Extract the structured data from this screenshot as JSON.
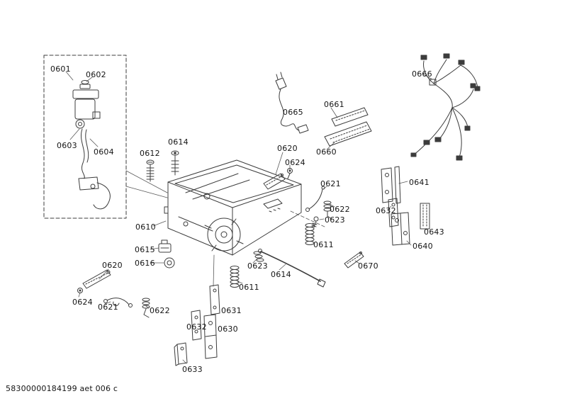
{
  "diagram": {
    "type": "exploded-parts-diagram",
    "colors": {
      "ink": "#3c3c3c",
      "label_text": "#141414",
      "background": "#ffffff"
    },
    "footer_code": "58300000184199 aet 006 c",
    "labels": [
      {
        "part": "0601",
        "text": "0601"
      },
      {
        "part": "0602",
        "text": "0602"
      },
      {
        "part": "0603",
        "text": "0603"
      },
      {
        "part": "0604",
        "text": "0604"
      },
      {
        "part": "0614",
        "text": "0614"
      },
      {
        "part": "0612",
        "text": "0612"
      },
      {
        "part": "0665",
        "text": "0665"
      },
      {
        "part": "0661",
        "text": "0661"
      },
      {
        "part": "0620",
        "text": "0620"
      },
      {
        "part": "0660",
        "text": "0660"
      },
      {
        "part": "0624",
        "text": "0624"
      },
      {
        "part": "0666",
        "text": "0666"
      },
      {
        "part": "0621",
        "text": "0621"
      },
      {
        "part": "0622",
        "text": "0622"
      },
      {
        "part": "0623",
        "text": "0623"
      },
      {
        "part": "0632",
        "text": "0632"
      },
      {
        "part": "0641",
        "text": "0641"
      },
      {
        "part": "0643",
        "text": "0643"
      },
      {
        "part": "0640",
        "text": "0640"
      },
      {
        "part": "0610",
        "text": "0610"
      },
      {
        "part": "0611",
        "text": "0611"
      },
      {
        "part": "0615",
        "text": "0615"
      },
      {
        "part": "0616",
        "text": "0616"
      },
      {
        "part": "0620",
        "text": "0620"
      },
      {
        "part": "0623",
        "text": "0623"
      },
      {
        "part": "0614",
        "text": "0614"
      },
      {
        "part": "0611",
        "text": "0611"
      },
      {
        "part": "0670",
        "text": "0670"
      },
      {
        "part": "0624",
        "text": "0624"
      },
      {
        "part": "0621",
        "text": "0621"
      },
      {
        "part": "0622",
        "text": "0622"
      },
      {
        "part": "0631",
        "text": "0631"
      },
      {
        "part": "0632",
        "text": "0632"
      },
      {
        "part": "0630",
        "text": "0630"
      },
      {
        "part": "0633",
        "text": "0633"
      }
    ]
  }
}
